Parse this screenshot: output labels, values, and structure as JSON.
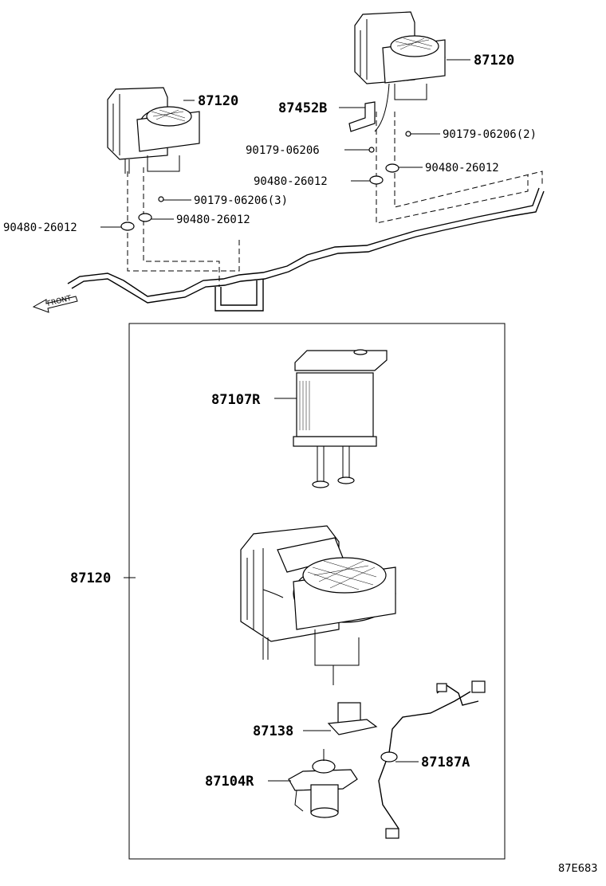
{
  "labels": {
    "unit_top_right": "87120",
    "unit_top_left": "87120",
    "bracket": "87452B",
    "screw_right": "90179-06206(2)",
    "screw_center": "90179-06206",
    "screw_left": "90179-06206(3)",
    "grommet_center": "90480-26012",
    "grommet_right": "90480-26012",
    "grommet_left_mid": "90480-26012",
    "grommet_left": "90480-26012",
    "heater_core": "87107R",
    "assembly": "87120",
    "resistor": "87138",
    "motor": "87104R",
    "wire_harness": "87187A",
    "front": "FRONT",
    "figure_ref": "87E683"
  }
}
